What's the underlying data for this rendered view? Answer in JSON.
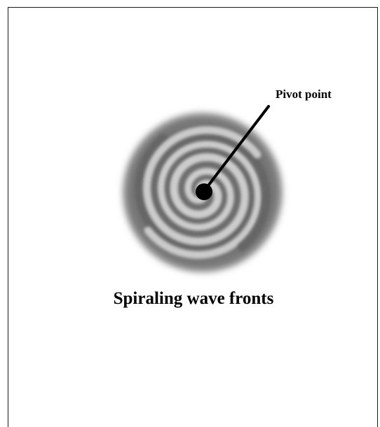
{
  "diagram": {
    "pivot_label": "Pivot point",
    "caption": "Spiraling wave fronts",
    "spiral_arms": 2,
    "colors": {
      "outer_ring": "#6e6e6e",
      "light_band": "#d2d2d2",
      "dark_band": "#5c5c5c",
      "pivot": "#000000",
      "pointer": "#000000"
    }
  }
}
